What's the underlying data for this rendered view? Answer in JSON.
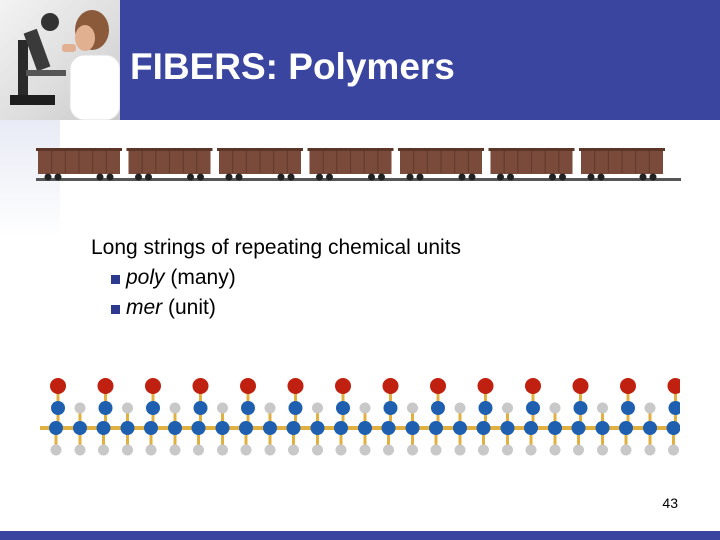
{
  "slide": {
    "title": "FIBERS: Polymers",
    "lead_text": "Long strings of repeating chemical units",
    "bullets": [
      {
        "term": "poly",
        "meaning": " (many)"
      },
      {
        "term": "mer",
        "meaning": " (unit)"
      }
    ],
    "page_number": "43"
  },
  "images": {
    "header_photo": "scientist-with-microscope",
    "train": "freight-boxcars",
    "molecule": "polymer-chain-molecule"
  },
  "colors": {
    "header": "#3a45a0",
    "boxcar": "#7a4a3a",
    "carbon": "#1f5fb0",
    "oxygen": "#c0200f",
    "hydrogen": "#c8c8c8",
    "bond": "#e0b040"
  },
  "train": {
    "car_count": 7
  },
  "molecule": {
    "unit_count": 14
  }
}
